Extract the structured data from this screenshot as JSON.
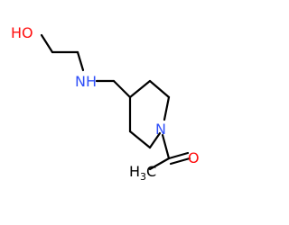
{
  "molecule": {
    "atoms": {
      "hydroxyl": "HO",
      "amine": "NH",
      "ring_nitrogen": "N",
      "carbonyl_oxygen": "O",
      "methyl_carbon": "H",
      "methyl_subscript": "3",
      "methyl_tail": "C"
    }
  },
  "colors": {
    "bond": "#000000",
    "oxygen": "#ff0d0d",
    "nitrogen": "#3050f8",
    "carbon": "#000000"
  }
}
